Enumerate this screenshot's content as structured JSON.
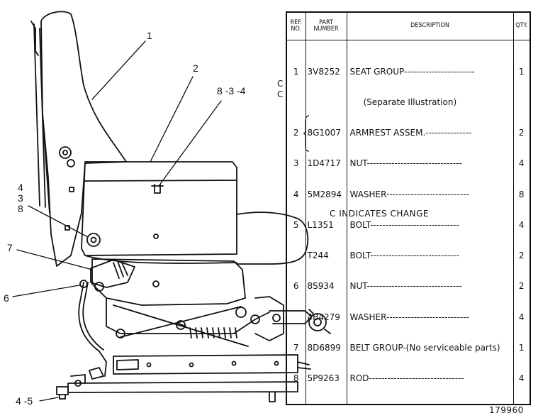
{
  "callouts": {
    "c1": "1",
    "c2": "2",
    "c834": "8 -3 -4",
    "c4": "4",
    "c3": "3",
    "c8": "8",
    "c7": "7",
    "c6": "6",
    "c45": "4 -5"
  },
  "table": {
    "headers": {
      "ref_no": "REF.\nNO.",
      "part_number": "PART\nNUMBER",
      "description": "DESCRIPTION",
      "qty": "QTY."
    },
    "rows": [
      {
        "ref": "1",
        "part": "3V8252",
        "desc": "SEAT GROUP-----------------------",
        "qty": "1",
        "change": ""
      },
      {
        "ref": "",
        "part": "",
        "desc": "     (Separate Illustration)",
        "qty": "",
        "change": ""
      },
      {
        "ref": "2",
        "part": "8G1007",
        "desc": "ARMREST ASSEM.---------------",
        "qty": "2",
        "change": ""
      },
      {
        "ref": "3",
        "part": "1D4717",
        "desc": "NUT-------------------------------",
        "qty": "4",
        "change": "C"
      },
      {
        "ref": "4",
        "part": "5M2894",
        "desc": "WASHER---------------------------",
        "qty": "8",
        "change": "C"
      },
      {
        "ref": "5",
        "part": "L1351",
        "desc": "BOLT-----------------------------",
        "qty": "4",
        "change": ""
      },
      {
        "ref": "",
        "part": "T244",
        "desc": "BOLT-----------------------------",
        "qty": "2",
        "change": ""
      },
      {
        "ref": "6",
        "part": "8S934",
        "desc": "NUT-------------------------------",
        "qty": "2",
        "change": ""
      },
      {
        "ref": "",
        "part": "4B4279",
        "desc": "WASHER---------------------------",
        "qty": "4",
        "change": ""
      },
      {
        "ref": "7",
        "part": "8D6899",
        "desc": "BELT GROUP-(No serviceable parts)",
        "qty": "1",
        "change": ""
      },
      {
        "ref": "8",
        "part": "5P9263",
        "desc": "ROD-------------------------------",
        "qty": "4",
        "change": ""
      }
    ]
  },
  "change_note": "C INDICATES CHANGE",
  "drawing_number": "179960"
}
